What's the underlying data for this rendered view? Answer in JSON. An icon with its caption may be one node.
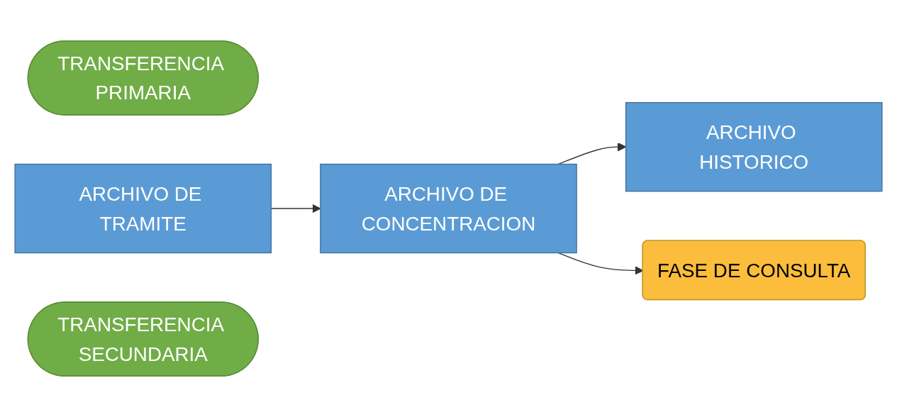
{
  "diagram": {
    "nodes": [
      {
        "text": [
          "TRANSFERENCIA PRIMARIA"
        ]
      },
      {
        "text": [
          "ARCHIVO DE TRAMITE"
        ]
      },
      {
        "text": [
          "ARCHIVO DE CONCENTRACION"
        ]
      },
      {
        "text": [
          "ARCHIVO HISTORICO"
        ]
      },
      {
        "text": [
          "FASE DE CONSULTA"
        ]
      },
      {
        "text": [
          "TRANSFERENCIA SECUNDARIA"
        ]
      }
    ],
    "edges": [
      {
        "from": 1,
        "to": 2,
        "arrow": "to"
      },
      {
        "from": 2,
        "to": 3,
        "arrow": "to"
      },
      {
        "from": 2,
        "to": 4,
        "arrow": "to"
      }
    ]
  }
}
